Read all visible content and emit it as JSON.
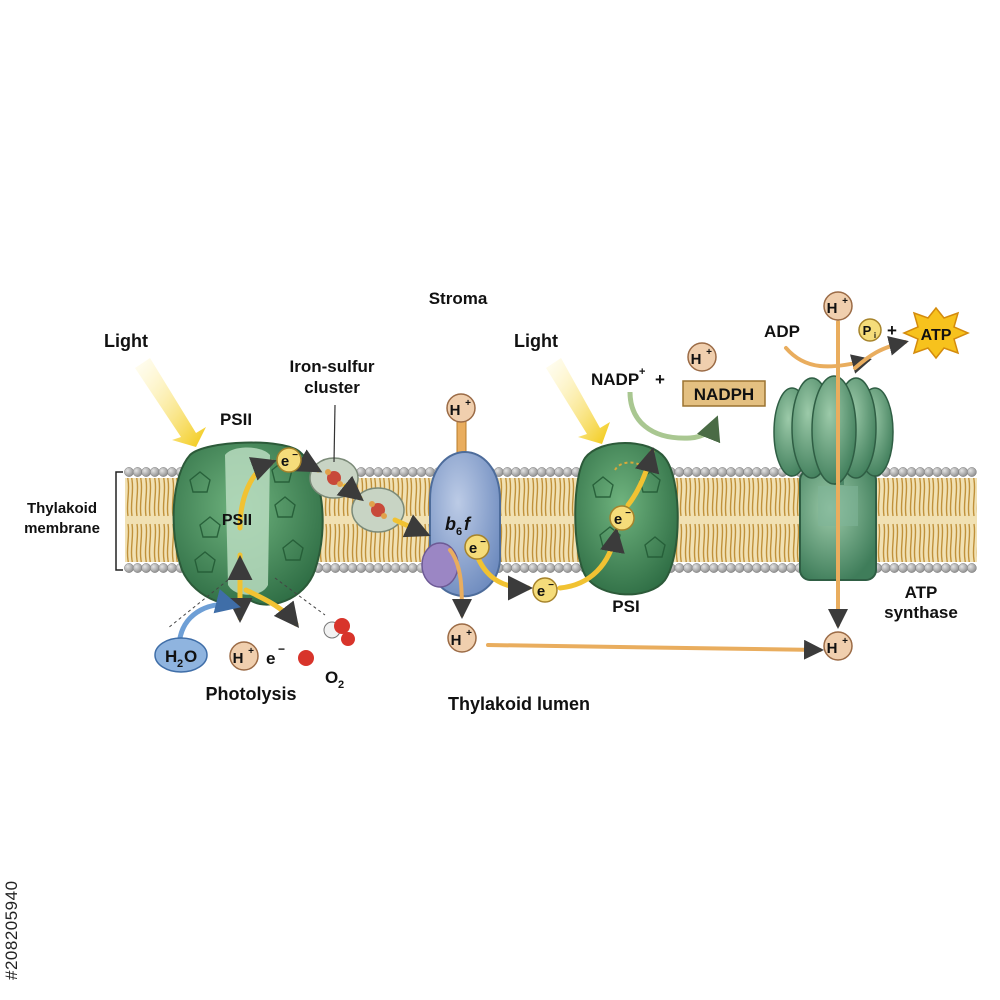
{
  "labels": {
    "stroma": "Stroma",
    "light_left": "Light",
    "light_right": "Light",
    "iron_sulfur_1": "Iron-sulfur",
    "iron_sulfur_2": "cluster",
    "psii_top": "PSII",
    "psii_core": "PSII",
    "thylakoid_membrane_1": "Thylakoid",
    "thylakoid_membrane_2": "membrane",
    "b6f_b": "b",
    "b6f_sub": "6",
    "b6f_f": "f",
    "psi": "PSI",
    "nadp": "NADP",
    "nadp_sup": "+",
    "plus": "+",
    "nadph": "NADPH",
    "adp": "ADP",
    "atp": "ATP",
    "pi_p": "P",
    "pi_sub": "i",
    "atp_synthase_1": "ATP",
    "atp_synthase_2": "synthase",
    "h2o_h": "H",
    "h2o_sub": "2",
    "h2o_o": "O",
    "o2_o": "O",
    "o2_sub": "2",
    "photolysis": "Photolysis",
    "thylakoid_lumen": "Thylakoid lumen",
    "proton_h": "H",
    "proton_sup": "+",
    "electron_e": "e",
    "electron_sup": "−"
  },
  "side_id": "#208205940",
  "colors": {
    "membrane_head": "#a9a9a9",
    "membrane_tail": "#c9a34e",
    "protein_green": "#4f9462",
    "cytochrome_blue": "#8ea6cf",
    "atp_synthase": "#5e9977",
    "arrow_yellow": "#f1c232",
    "arrow_orange": "#e9ad5e",
    "proton_fill": "#f0cfae",
    "electron_fill": "#f5dc7a",
    "nadph_fill": "#e4c081",
    "water_fill": "#8fb4df",
    "atp_star": "#f7c21d"
  }
}
